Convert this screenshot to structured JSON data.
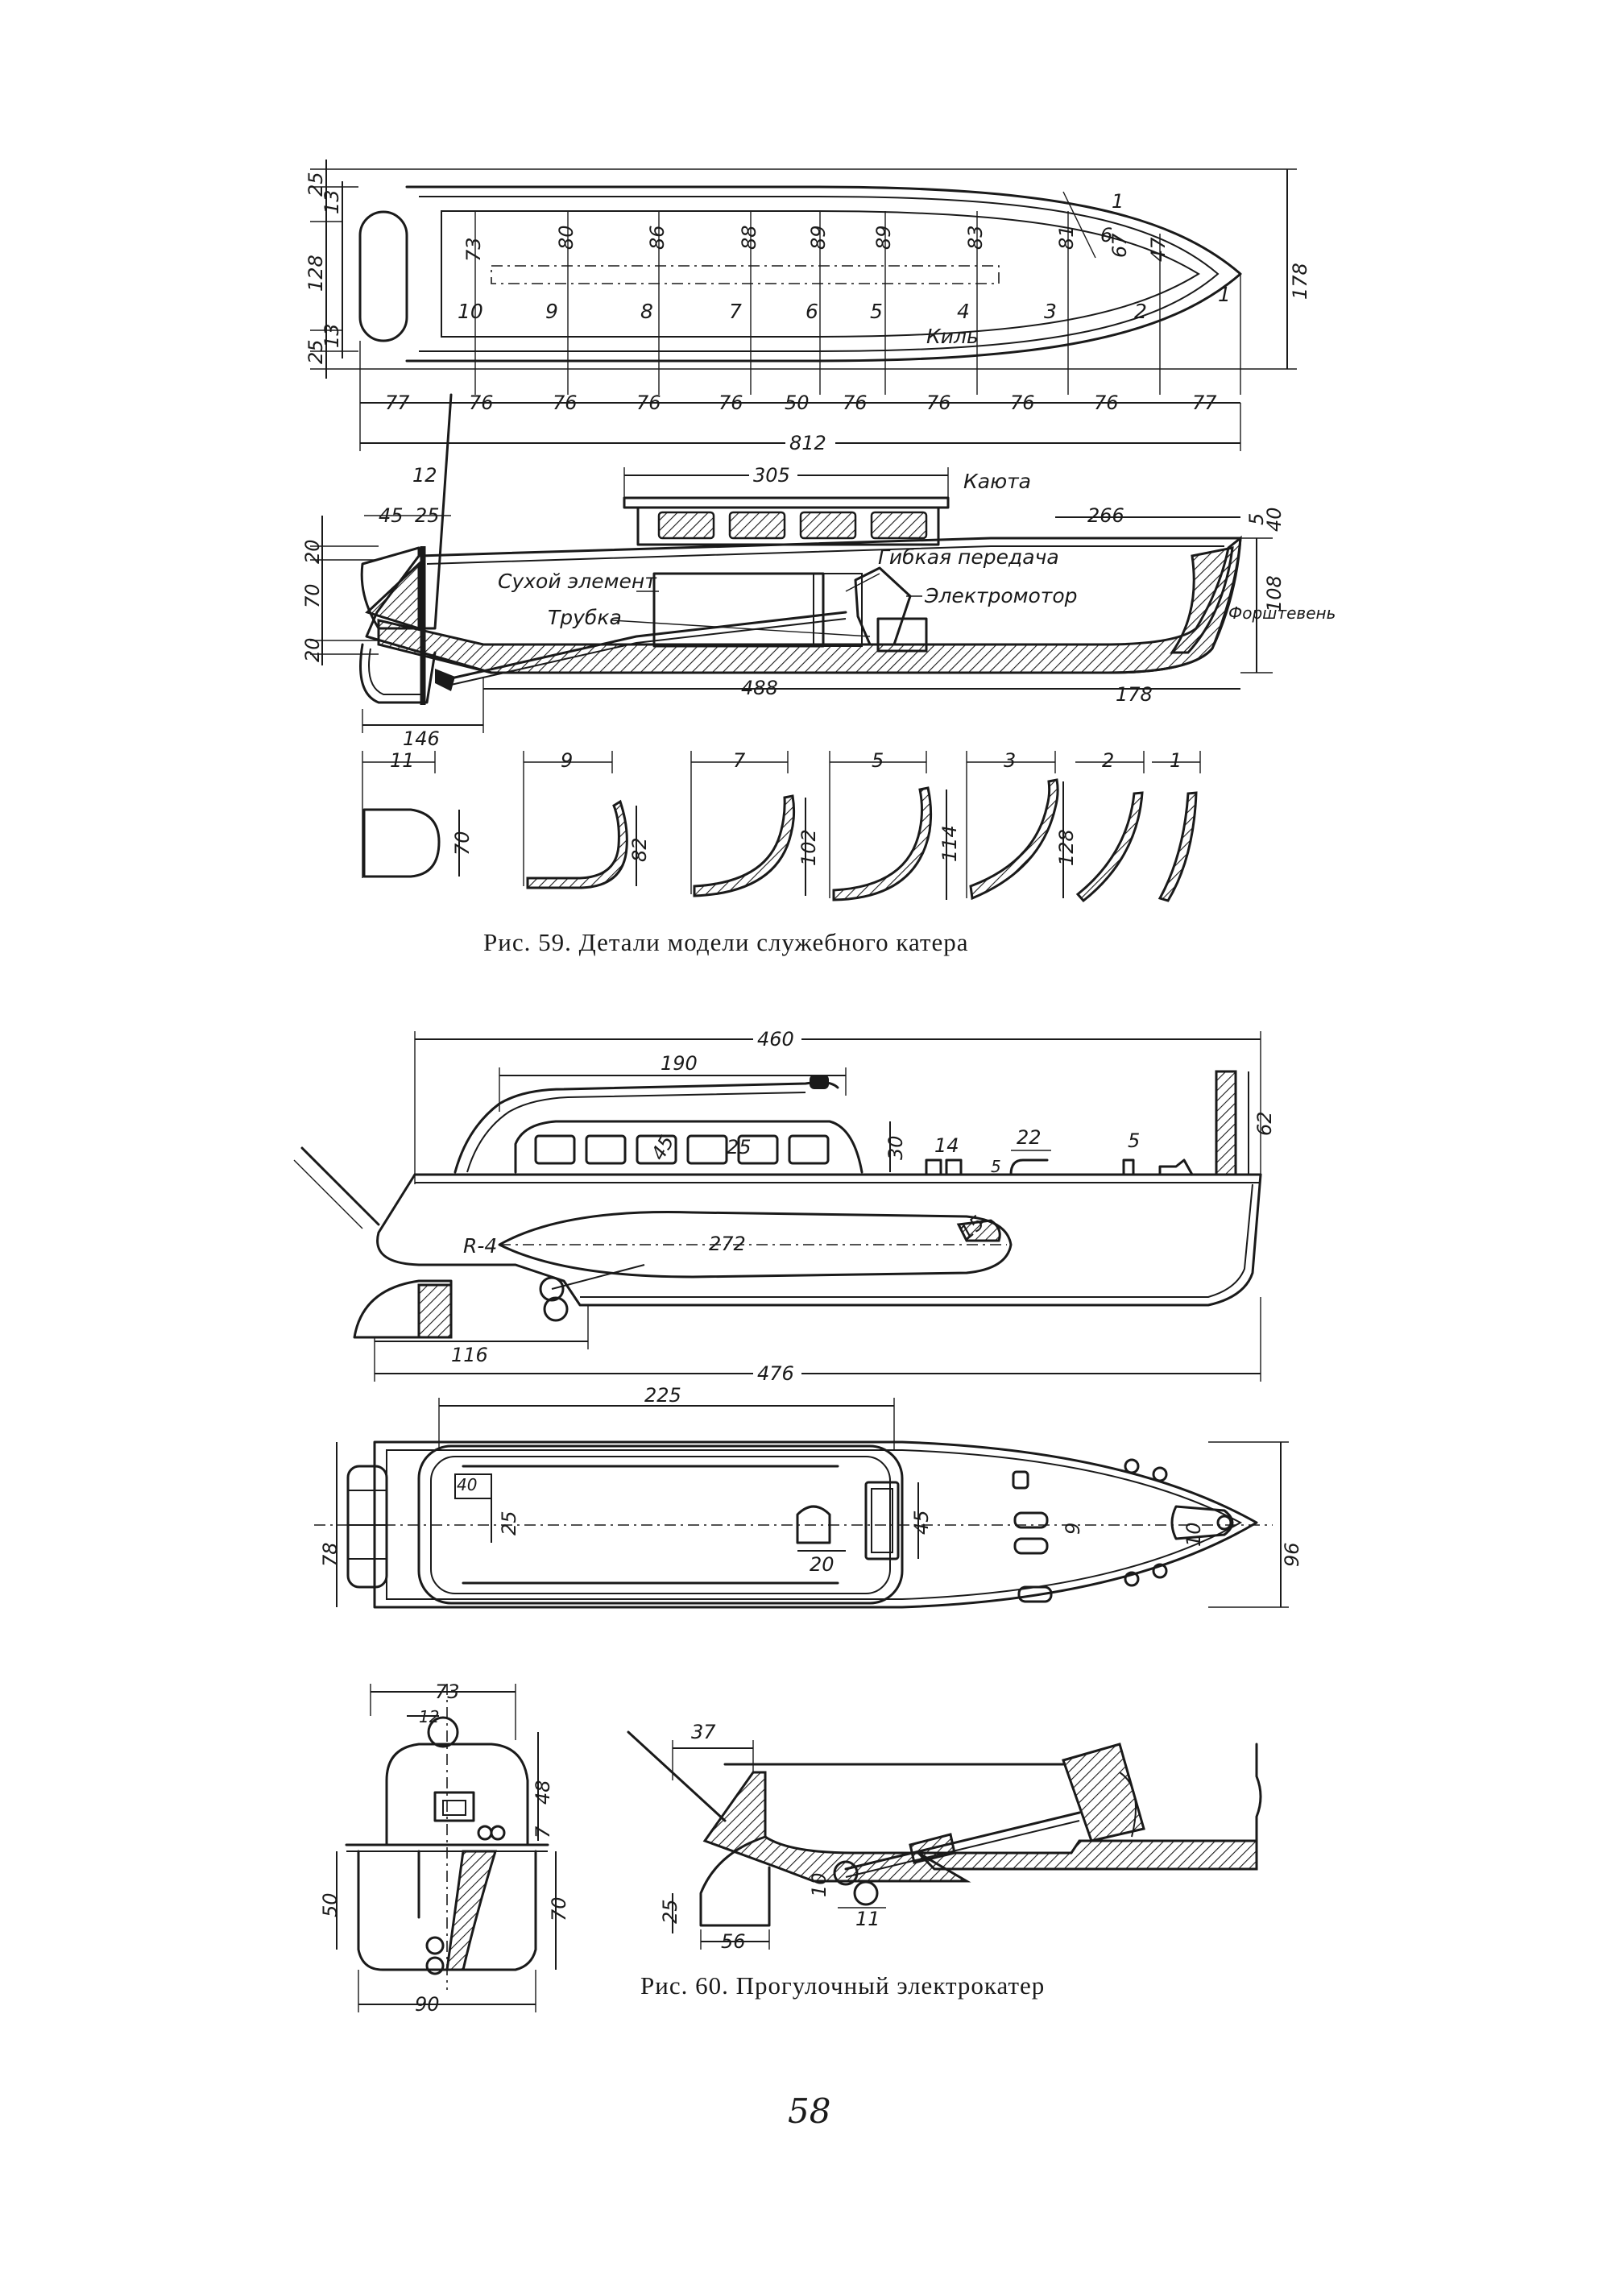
{
  "figure59": {
    "caption": "Рис. 59. Детали модели служебного катера",
    "plan": {
      "frame_numbers_top": [
        "73",
        "80",
        "86",
        "88",
        "89",
        "89",
        "83",
        "81",
        "67",
        "47"
      ],
      "stations": [
        "10",
        "9",
        "8",
        "7",
        "6",
        "5",
        "4",
        "3",
        "2",
        "1"
      ],
      "keel_label": "Киль",
      "left_dims": [
        "25",
        "13",
        "128",
        "13",
        "25"
      ],
      "right_dim": "178",
      "station_spacing": [
        "77",
        "76",
        "76",
        "76",
        "76",
        "50",
        "76",
        "76",
        "76",
        "76",
        "77"
      ],
      "tip_marks": [
        "1",
        "6"
      ],
      "overall_length": "812"
    },
    "side": {
      "cabin_length": "305",
      "cabin_label": "Каюта",
      "gear_label": "Гибкая передача",
      "motor_label": "Электромотор",
      "battery_label": "Сухой элемент",
      "tube_label": "Трубка",
      "forefoot_label": "Форштевень",
      "dim_left_top": [
        "12",
        "45",
        "25"
      ],
      "left_vertical": [
        "20",
        "70",
        "20"
      ],
      "right_dims": [
        "266",
        "5",
        "40",
        "108"
      ],
      "bottom_dims": [
        "488",
        "178",
        "146"
      ]
    },
    "frames": [
      {
        "num": "11",
        "height": "70"
      },
      {
        "num": "9",
        "height": "82"
      },
      {
        "num": "7",
        "height": "102"
      },
      {
        "num": "5",
        "height": "114"
      },
      {
        "num": "3",
        "height": "128"
      },
      {
        "num": "2",
        "height": ""
      },
      {
        "num": "1",
        "height": ""
      }
    ]
  },
  "figure60": {
    "caption": "Рис. 60. Прогулочный электрокатер",
    "side": {
      "overall_top": "460",
      "cabin": "190",
      "window_a": "45",
      "window_b": "25",
      "cabin_height": "30",
      "fitting_a": "14",
      "fitting_a_sub": "5",
      "fitting_b": "22",
      "fitting_c": "5",
      "mast_height": "62",
      "float_label": "R-4",
      "float_length": "272",
      "float_tip": "15",
      "stern_dim": "116",
      "overall_bottom": "476"
    },
    "plan": {
      "cabin_length": "225",
      "hatch_a": "40",
      "hatch_b": "25",
      "hatch_c": "20",
      "hatch_d": "45",
      "small_a": "9",
      "small_b": "10",
      "beam_left": "78",
      "beam_right": "96"
    },
    "section": {
      "top": "73",
      "top_inner": "12",
      "right_top": "48",
      "right_small": "7",
      "left": "50",
      "right": "70",
      "bottom": "90"
    },
    "stern_detail": {
      "a": "37",
      "b": "25",
      "c": "10",
      "d": "11",
      "e": "56"
    }
  },
  "page_number": "58"
}
